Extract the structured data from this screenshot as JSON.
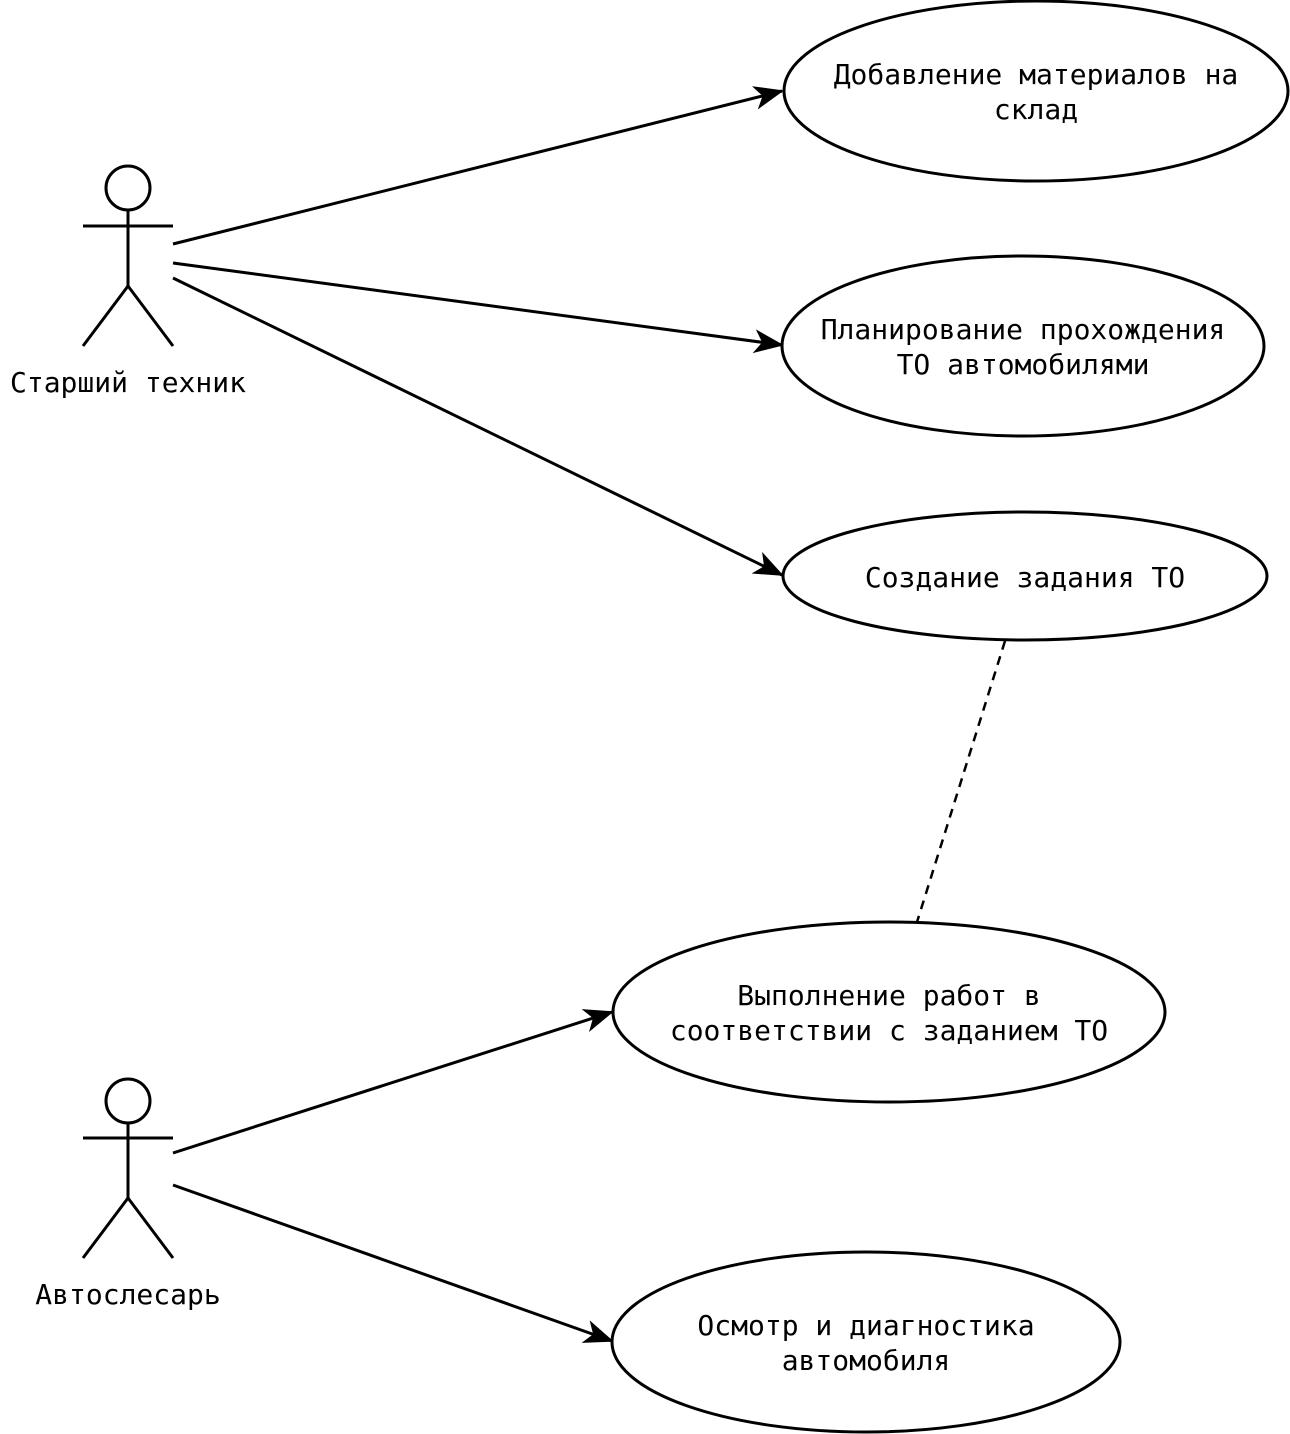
{
  "actors": [
    {
      "id": "senior",
      "label": "Старший техник"
    },
    {
      "id": "mechanic",
      "label": "Автослесарь"
    }
  ],
  "use_cases": [
    {
      "id": "uc1",
      "lines": [
        "Добавление материалов на",
        "склад"
      ]
    },
    {
      "id": "uc2",
      "lines": [
        "Планирование прохождения",
        "ТО автомобилями"
      ]
    },
    {
      "id": "uc3",
      "lines": [
        "Создание задания ТО"
      ]
    },
    {
      "id": "uc4",
      "lines": [
        "Выполнение работ в",
        "соответствии с заданием ТО"
      ]
    },
    {
      "id": "uc5",
      "lines": [
        "Осмотр и диагностика",
        "автомобиля"
      ]
    }
  ],
  "associations": [
    {
      "from": "senior",
      "to": "uc1",
      "style": "solid-arrow"
    },
    {
      "from": "senior",
      "to": "uc2",
      "style": "solid-arrow"
    },
    {
      "from": "senior",
      "to": "uc3",
      "style": "solid-arrow"
    },
    {
      "from": "mechanic",
      "to": "uc4",
      "style": "solid-arrow"
    },
    {
      "from": "mechanic",
      "to": "uc5",
      "style": "solid-arrow"
    },
    {
      "from": "uc3",
      "to": "uc4",
      "style": "dashed"
    }
  ]
}
